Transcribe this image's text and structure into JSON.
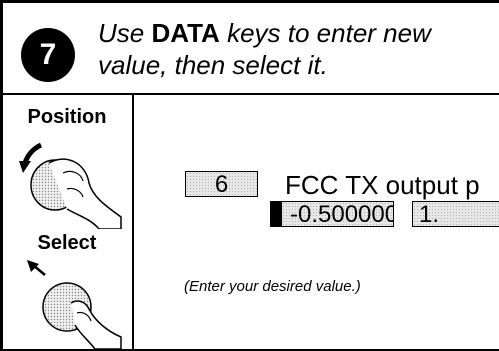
{
  "step": {
    "number": "7",
    "instruction_prefix": "Use",
    "instruction_keyword": "DATA",
    "instruction_line1_suffix": "keys to enter new",
    "instruction_line2": "value, then select it."
  },
  "side": {
    "position_label": "Position",
    "select_label": "Select",
    "position_icon": "rotary-knob-turn-icon",
    "select_icon": "rotary-knob-press-icon"
  },
  "display": {
    "field_number": "6",
    "field_title": "FCC TX output p",
    "value": "-0.500000",
    "next_value": "1."
  },
  "hint": "(Enter your desired value.)"
}
